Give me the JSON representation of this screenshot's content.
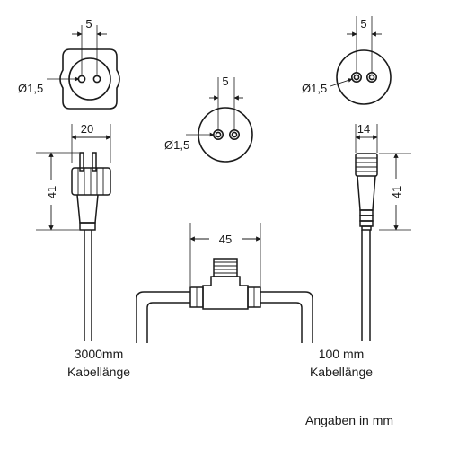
{
  "dimensions": {
    "pin_spacing_left": "5",
    "pin_spacing_mid": "5",
    "pin_spacing_right": "5",
    "pin_diameter_left": "Ø1,5",
    "pin_diameter_mid": "Ø1,5",
    "pin_diameter_right": "Ø1,5",
    "plug_width": "20",
    "plug_length": "41",
    "socket_width": "14",
    "socket_length": "41",
    "tee_width": "45"
  },
  "captions": {
    "left_length": "3000mm",
    "left_label": "Kabellänge",
    "right_length": "100 mm",
    "right_label": "Kabellänge",
    "units_note": "Angaben in mm"
  },
  "colors": {
    "line": "#1a1a1a",
    "background": "#ffffff"
  }
}
